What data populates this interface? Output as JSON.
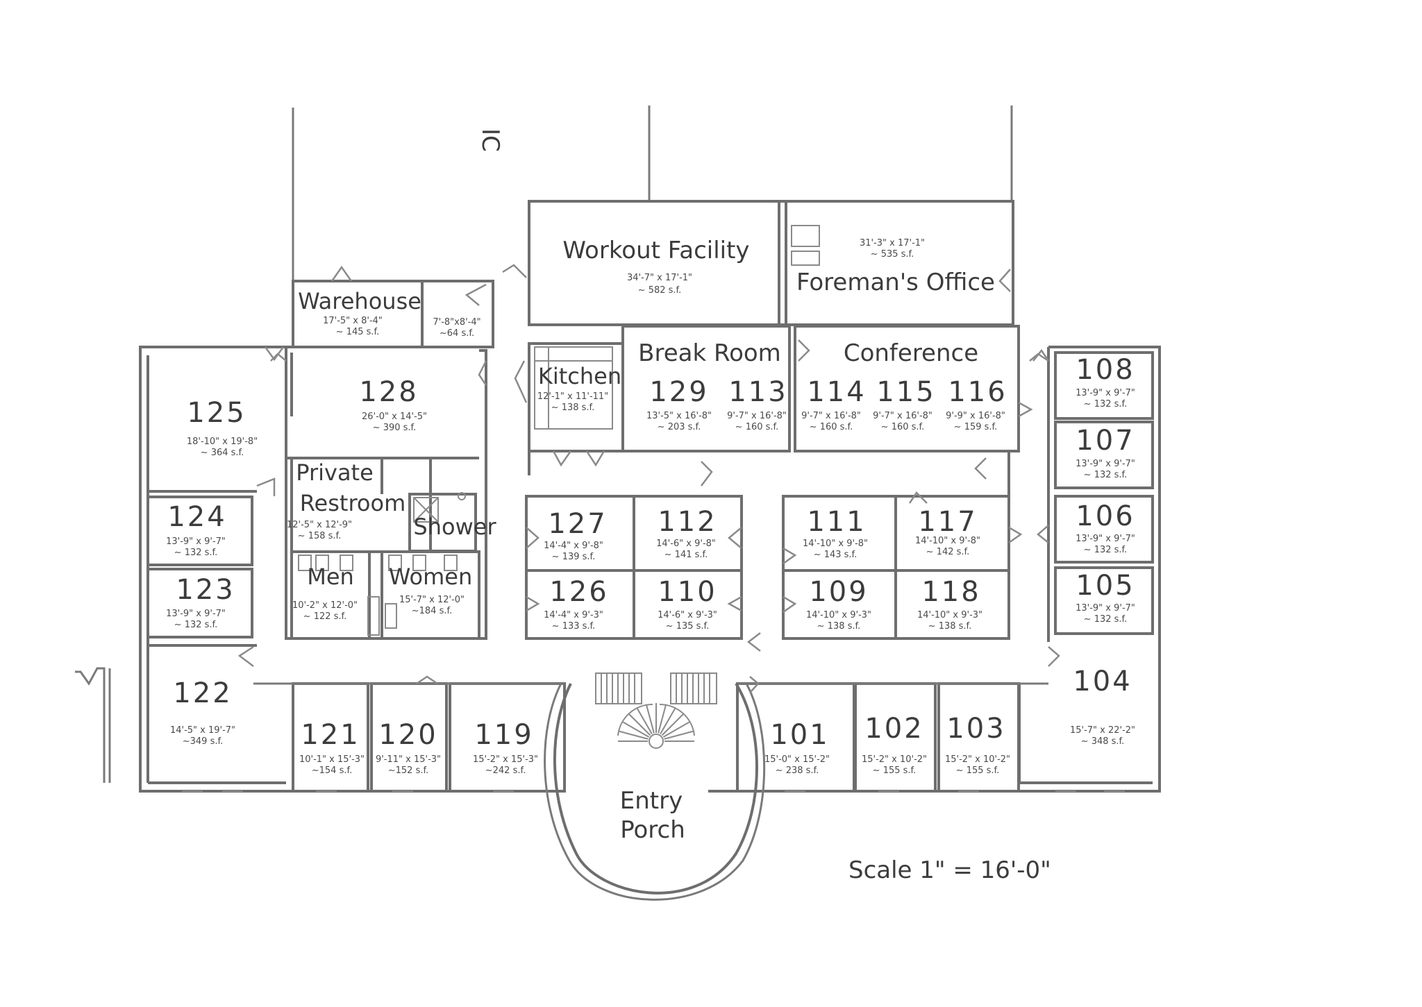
{
  "plan": {
    "scale": "Scale 1\" = 16'-0\"",
    "edge_mark": "IC",
    "rooms": [
      {
        "id": "workout",
        "name": "Workout Facility",
        "dims": "34'-7\" x 17'-1\"",
        "area": "~ 582 s.f."
      },
      {
        "id": "foreman",
        "name": "Foreman's Office",
        "dims": "31'-3\" x 17'-1\"",
        "area": "~ 535 s.f."
      },
      {
        "id": "warehouse",
        "name": "Warehouse",
        "dims": "17'-5\" x 8'-4\"",
        "area": "~ 145 s.f."
      },
      {
        "id": "storage",
        "name": "",
        "dims": "7'-8\"x8'-4\"",
        "area": "~64 s.f."
      },
      {
        "id": "r125",
        "name": "125",
        "dims": "18'-10\" x 19'-8\"",
        "area": "~ 364 s.f."
      },
      {
        "id": "r128",
        "name": "128",
        "dims": "26'-0\" x 14'-5\"",
        "area": "~ 390 s.f."
      },
      {
        "id": "kitchen",
        "name": "Kitchen",
        "dims": "12'-1\" x 11'-11\"",
        "area": "~ 138 s.f."
      },
      {
        "id": "breakroom",
        "name": "Break Room",
        "dims": "",
        "area": ""
      },
      {
        "id": "r129",
        "name": "129",
        "dims": "13'-5\" x 16'-8\"",
        "area": "~ 203 s.f."
      },
      {
        "id": "r113",
        "name": "113",
        "dims": "9'-7\" x 16'-8\"",
        "area": "~ 160 s.f."
      },
      {
        "id": "conference",
        "name": "Conference",
        "dims": "",
        "area": ""
      },
      {
        "id": "r114",
        "name": "114",
        "dims": "9'-7\" x 16'-8\"",
        "area": "~ 160 s.f."
      },
      {
        "id": "r115",
        "name": "115",
        "dims": "9'-7\" x 16'-8\"",
        "area": "~ 160 s.f."
      },
      {
        "id": "r116",
        "name": "116",
        "dims": "9'-9\" x 16'-8\"",
        "area": "~ 159 s.f."
      },
      {
        "id": "r108",
        "name": "108",
        "dims": "13'-9\" x 9'-7\"",
        "area": "~ 132 s.f."
      },
      {
        "id": "r107",
        "name": "107",
        "dims": "13'-9\" x 9'-7\"",
        "area": "~ 132 s.f."
      },
      {
        "id": "r106",
        "name": "106",
        "dims": "13'-9\" x 9'-7\"",
        "area": "~ 132 s.f."
      },
      {
        "id": "r105",
        "name": "105",
        "dims": "13'-9\" x 9'-7\"",
        "area": "~ 132 s.f."
      },
      {
        "id": "r124",
        "name": "124",
        "dims": "13'-9\" x 9'-7\"",
        "area": "~ 132 s.f."
      },
      {
        "id": "r123",
        "name": "123",
        "dims": "13'-9\" x 9'-7\"",
        "area": "~ 132 s.f."
      },
      {
        "id": "private_restroom",
        "name": "Private Restroom",
        "dims": "12'-5\" x 12'-9\"",
        "area": "~ 158 s.f."
      },
      {
        "id": "shower",
        "name": "Shower",
        "dims": "",
        "area": ""
      },
      {
        "id": "men",
        "name": "Men",
        "dims": "10'-2\" x 12'-0\"",
        "area": "~ 122 s.f."
      },
      {
        "id": "women",
        "name": "Women",
        "dims": "15'-7\" x 12'-0\"",
        "area": "~184 s.f."
      },
      {
        "id": "r127",
        "name": "127",
        "dims": "14'-4\" x 9'-8\"",
        "area": "~ 139 s.f."
      },
      {
        "id": "r112",
        "name": "112",
        "dims": "14'-6\" x 9'-8\"",
        "area": "~ 141 s.f."
      },
      {
        "id": "r126",
        "name": "126",
        "dims": "14'-4\" x 9'-3\"",
        "area": "~ 133 s.f."
      },
      {
        "id": "r110",
        "name": "110",
        "dims": "14'-6\" x 9'-3\"",
        "area": "~ 135 s.f."
      },
      {
        "id": "r111",
        "name": "111",
        "dims": "14'-10\" x 9'-8\"",
        "area": "~ 143 s.f."
      },
      {
        "id": "r117",
        "name": "117",
        "dims": "14'-10\" x 9'-8\"",
        "area": "~ 142 s.f."
      },
      {
        "id": "r109",
        "name": "109",
        "dims": "14'-10\" x 9'-3\"",
        "area": "~ 138 s.f."
      },
      {
        "id": "r118",
        "name": "118",
        "dims": "14'-10\" x 9'-3\"",
        "area": "~ 138 s.f."
      },
      {
        "id": "r122",
        "name": "122",
        "dims": "14'-5\" x 19'-7\"",
        "area": "~349 s.f."
      },
      {
        "id": "r121",
        "name": "121",
        "dims": "10'-1\" x 15'-3\"",
        "area": "~154 s.f."
      },
      {
        "id": "r120",
        "name": "120",
        "dims": "9'-11\" x 15'-3\"",
        "area": "~152 s.f."
      },
      {
        "id": "r119",
        "name": "119",
        "dims": "15'-2\" x 15'-3\"",
        "area": "~242 s.f."
      },
      {
        "id": "r101",
        "name": "101",
        "dims": "15'-0\" x 15'-2\"",
        "area": "~ 238 s.f."
      },
      {
        "id": "r102",
        "name": "102",
        "dims": "15'-2\" x 10'-2\"",
        "area": "~ 155 s.f."
      },
      {
        "id": "r103",
        "name": "103",
        "dims": "15'-2\" x 10'-2\"",
        "area": "~ 155 s.f."
      },
      {
        "id": "r104",
        "name": "104",
        "dims": "15'-7\" x 22'-2\"",
        "area": "~ 348 s.f."
      },
      {
        "id": "entry",
        "name": "Entry Porch",
        "dims": "",
        "area": ""
      }
    ]
  }
}
